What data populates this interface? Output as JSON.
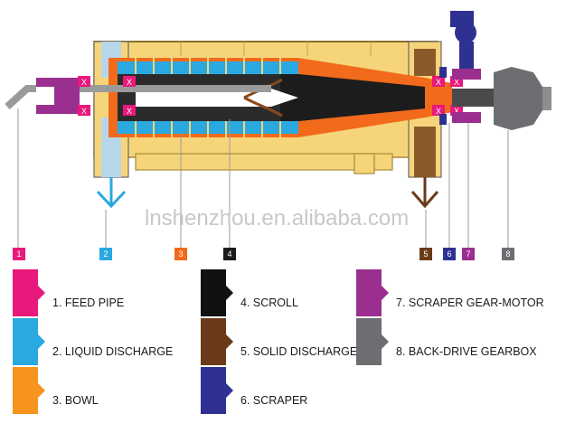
{
  "watermark": "lnshenzhou.en.alibaba.com",
  "callouts": [
    {
      "num": "1",
      "color": "#e8197b"
    },
    {
      "num": "2",
      "color": "#2aa8e0"
    },
    {
      "num": "3",
      "color": "#f26a1b"
    },
    {
      "num": "4",
      "color": "#1c1c1c"
    },
    {
      "num": "5",
      "color": "#6b3a18"
    },
    {
      "num": "6",
      "color": "#2e3192"
    },
    {
      "num": "7",
      "color": "#9b2f8f"
    },
    {
      "num": "8",
      "color": "#6d6e71"
    }
  ],
  "legend": [
    {
      "label": "1. FEED PIPE",
      "color": "#e8197b"
    },
    {
      "label": "2.  LIQUID DISCHARGE",
      "color": "#2aa8e0"
    },
    {
      "label": "3. BOWL",
      "color": "#f7941d"
    },
    {
      "label": "4. SCROLL",
      "color": "#111111"
    },
    {
      "label": "5. SOLID DISCHARGE",
      "color": "#6b3a18"
    },
    {
      "label": "6. SCRAPER",
      "color": "#2e3192"
    },
    {
      "label": "7. SCRAPER GEAR-MOTOR",
      "color": "#9b2f8f"
    },
    {
      "label": "8. BACK-DRIVE GEARBOX",
      "color": "#6d6e71"
    }
  ],
  "bearing_marks": [
    "X",
    "X",
    "X",
    "X",
    "X",
    "X",
    "X",
    "X"
  ]
}
